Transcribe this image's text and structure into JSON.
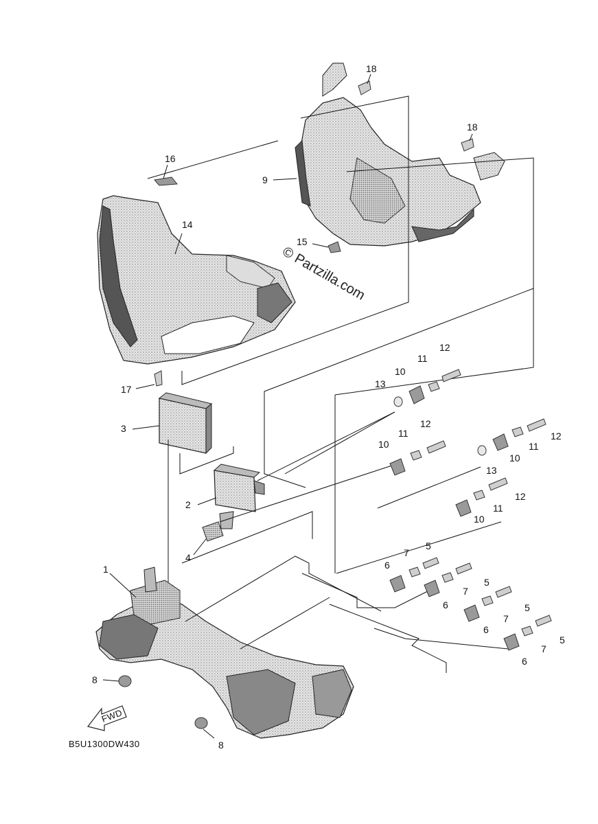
{
  "diagram": {
    "code": "B5U1300DW430",
    "watermark": "© Partzilla.com",
    "fwd_label": "FWD",
    "callouts": {
      "c1": "1",
      "c2": "2",
      "c3": "3",
      "c4": "4",
      "c5a": "5",
      "c5b": "5",
      "c5c": "5",
      "c5d": "5",
      "c6a": "6",
      "c6b": "6",
      "c6c": "6",
      "c6d": "6",
      "c7a": "7",
      "c7b": "7",
      "c7c": "7",
      "c7d": "7",
      "c8a": "8",
      "c8b": "8",
      "c9": "9",
      "c10a": "10",
      "c10b": "10",
      "c10c": "10",
      "c10d": "10",
      "c11a": "11",
      "c11b": "11",
      "c11c": "11",
      "c11d": "11",
      "c12a": "12",
      "c12b": "12",
      "c12c": "12",
      "c12d": "12",
      "c13a": "13",
      "c13b": "13",
      "c14": "14",
      "c15": "15",
      "c16": "16",
      "c17": "17",
      "c18a": "18",
      "c18b": "18"
    }
  }
}
